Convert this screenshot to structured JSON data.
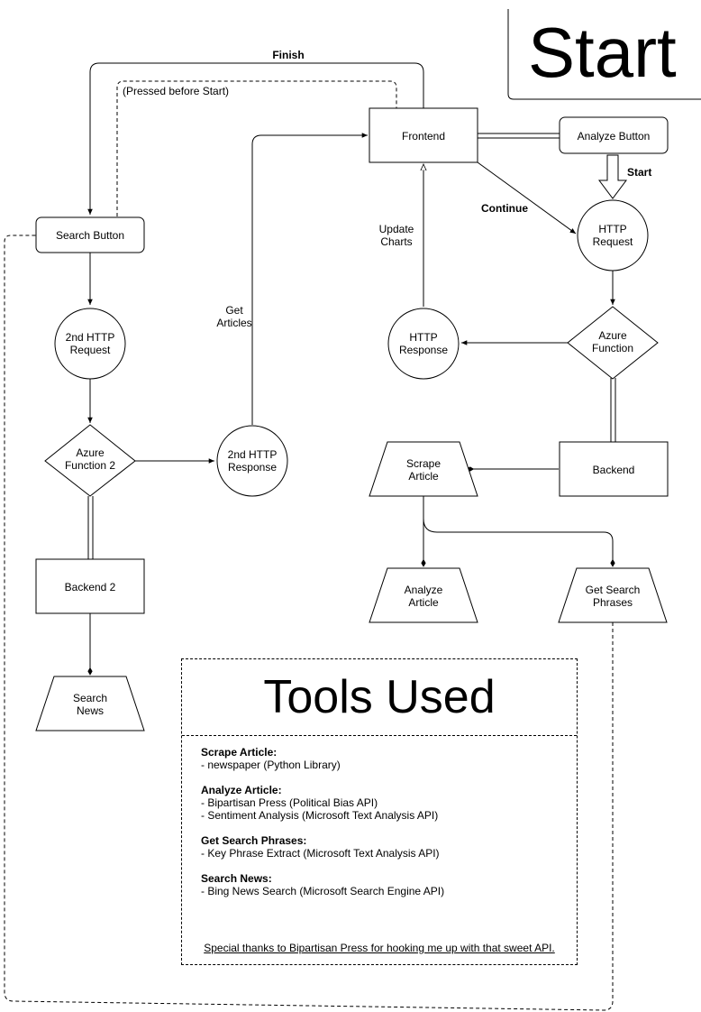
{
  "diagram": {
    "start_title": "Start",
    "nodes": {
      "frontend": "Frontend",
      "analyze_button": "Analyze Button",
      "search_button": "Search Button",
      "http_request": [
        "HTTP",
        "Request"
      ],
      "http_response": [
        "HTTP",
        "Response"
      ],
      "azure_function": [
        "Azure",
        "Function"
      ],
      "backend": "Backend",
      "scrape_article": [
        "Scrape",
        "Article"
      ],
      "analyze_article": [
        "Analyze",
        "Article"
      ],
      "get_search_phrases": [
        "Get Search",
        "Phrases"
      ],
      "http_request_2": [
        "2nd HTTP",
        "Request"
      ],
      "azure_function_2": [
        "Azure",
        "Function 2"
      ],
      "http_response_2": [
        "2nd HTTP",
        "Response"
      ],
      "backend_2": "Backend 2",
      "search_news": [
        "Search",
        "News"
      ]
    },
    "edge_labels": {
      "finish": "Finish",
      "pressed_before_start": "(Pressed before Start)",
      "start": "Start",
      "continue": "Continue",
      "update_charts": [
        "Update",
        "Charts"
      ],
      "get_articles": [
        "Get",
        "Articles"
      ]
    }
  },
  "tools": {
    "title": "Tools Used",
    "sections": [
      {
        "heading": "Scrape Article:",
        "items": [
          "- newspaper (Python Library)"
        ]
      },
      {
        "heading": "Analyze Article:",
        "items": [
          "- Bipartisan Press (Political Bias API)",
          "- Sentiment Analysis (Microsoft Text Analysis API)"
        ]
      },
      {
        "heading": "Get Search Phrases:",
        "items": [
          "- Key Phrase Extract (Microsoft Text Analysis API)"
        ]
      },
      {
        "heading": "Search News:",
        "items": [
          "- Bing News Search (Microsoft Search Engine API)"
        ]
      }
    ],
    "thanks": "Special thanks to Bipartisan Press for hooking me up with that sweet API."
  }
}
